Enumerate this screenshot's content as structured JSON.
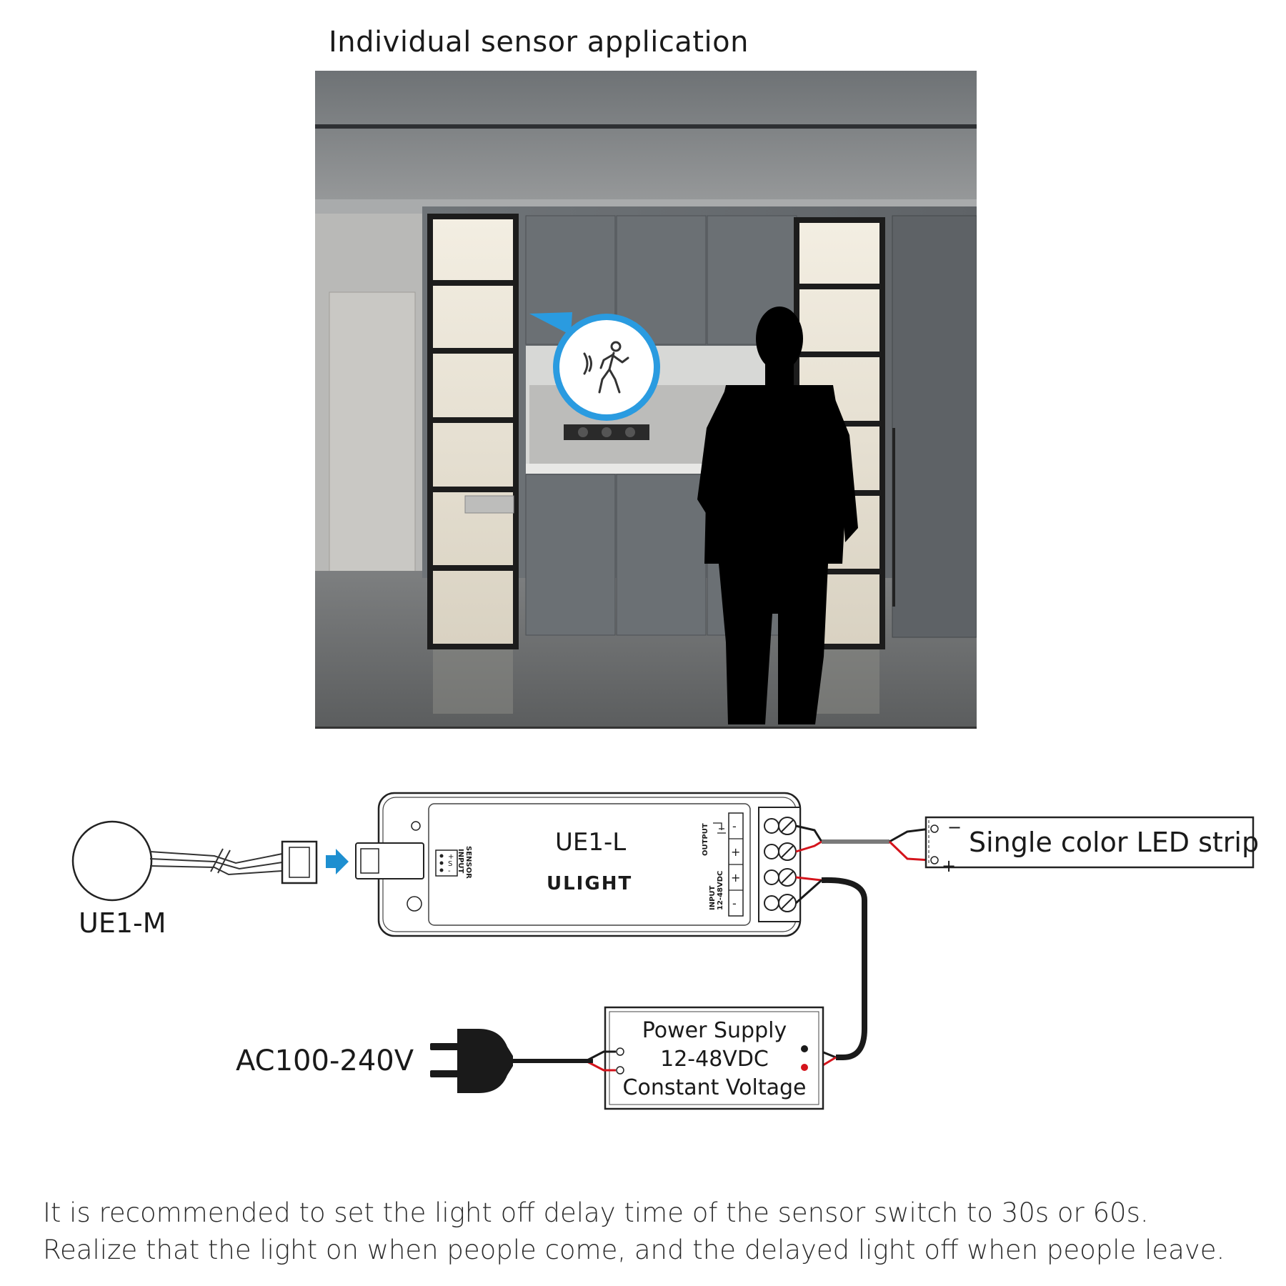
{
  "title": "Individual sensor application",
  "photo": {
    "sensor_icon": "motion-sensor-person-icon"
  },
  "diagram": {
    "sensor_label": "UE1-M",
    "controller": {
      "model": "UE1-L",
      "brand": "ULIGHT",
      "sensor_input_label_1": "SENSOR",
      "sensor_input_label_2": "INPUT",
      "pin_plus": "+",
      "pin_s": "S",
      "pin_minus": "-",
      "output_label": "OUTPUT",
      "input_label_1": "INPUT",
      "input_label_2": "12-48VDC",
      "terminal_1": "-",
      "terminal_2": "+",
      "terminal_3": "+",
      "terminal_4": "-"
    },
    "led_strip_label": "Single color LED strip",
    "led_minus": "−",
    "led_plus": "+",
    "power_supply": {
      "line1": "Power Supply",
      "line2": "12-48VDC",
      "line3": "Constant Voltage"
    },
    "ac_label": "AC100-240V",
    "colors": {
      "wire_red": "#d4141c",
      "wire_black": "#1a1a1a",
      "wire_gray": "#7a7a7a",
      "arrow_blue": "#1e8fd0",
      "sensor_badge_blue": "#2a9be0"
    }
  },
  "notes": [
    "It is recommended to set the light off delay time of the sensor switch to 30s or 60s.",
    "Realize that the light on when people come, and the delayed light off when people leave."
  ]
}
